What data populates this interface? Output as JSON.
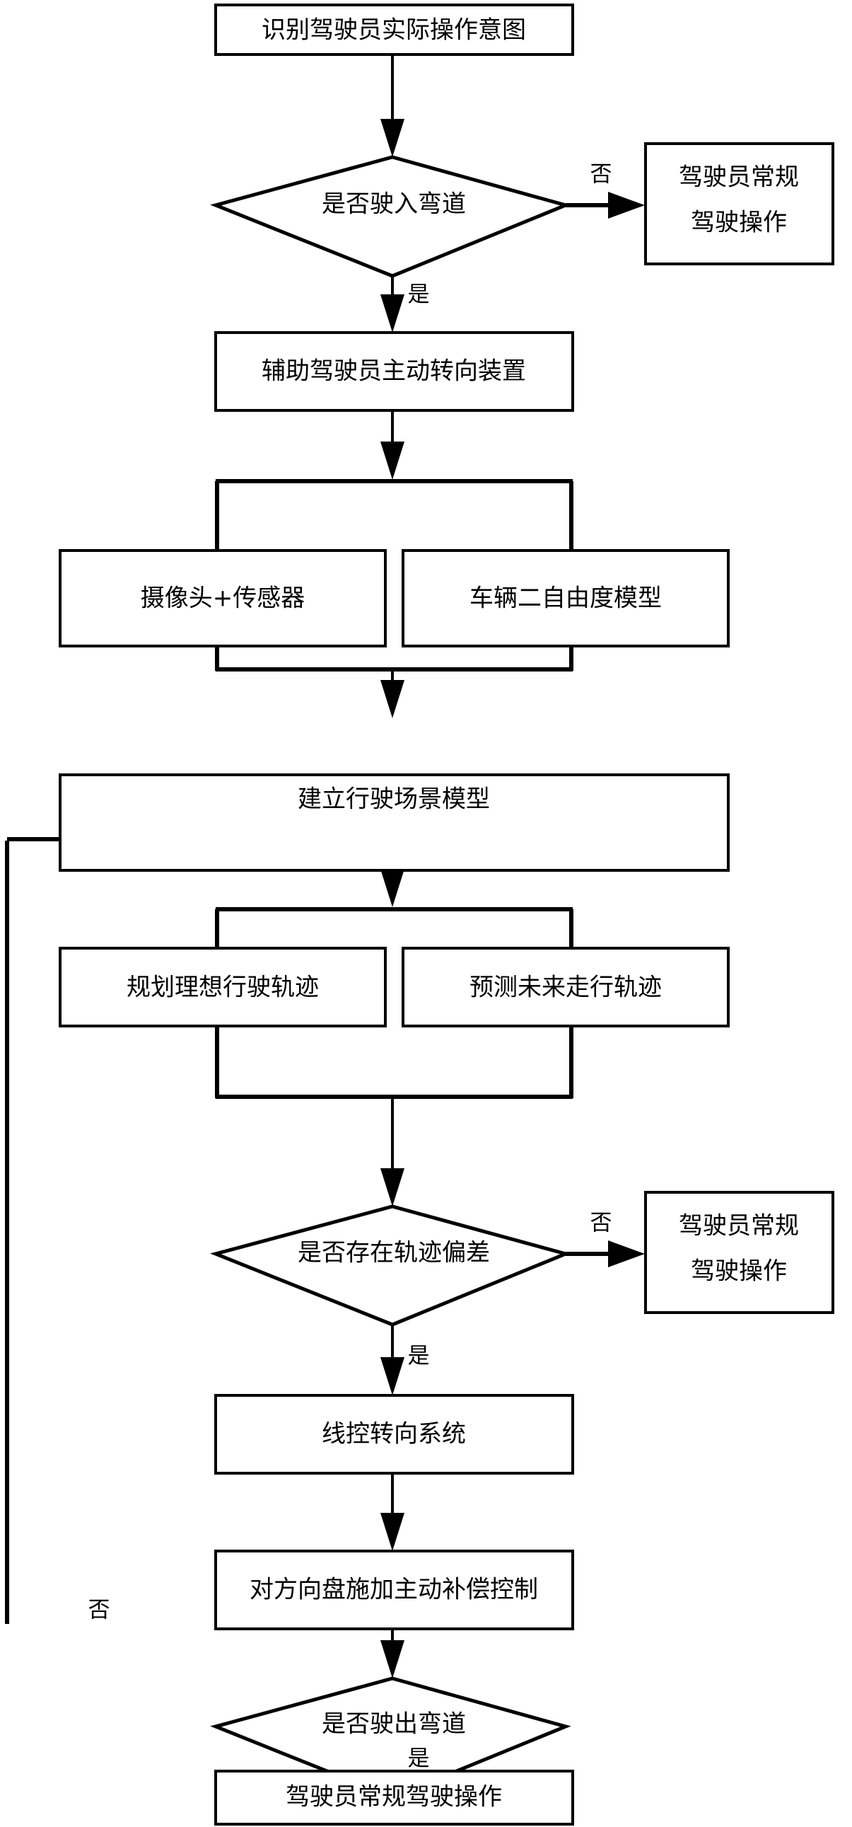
{
  "diagram": {
    "title": "驾驶员弯道辅助转向控制流程图",
    "type": "flowchart",
    "background_color": "#ffffff",
    "line_color": "#000000",
    "text_color": "#000000"
  },
  "nodes": [
    {
      "id": "n1",
      "shape": "process",
      "label": "识别驾驶员实际操作意图"
    },
    {
      "id": "n2",
      "shape": "decision",
      "label": "是否驶入弯道"
    },
    {
      "id": "n3",
      "shape": "process",
      "label": "驾驶员常规",
      "label2": "驾驶操作"
    },
    {
      "id": "n4",
      "shape": "process",
      "label": "辅助驾驶员主动转向装置"
    },
    {
      "id": "n5",
      "shape": "process",
      "label": "摄像头+传感器"
    },
    {
      "id": "n6",
      "shape": "process",
      "label": "车辆二自由度模型"
    },
    {
      "id": "n7",
      "shape": "process",
      "label": "建立行驶场景模型"
    },
    {
      "id": "n8",
      "shape": "process",
      "label": "规划理想行驶轨迹"
    },
    {
      "id": "n9",
      "shape": "process",
      "label": "预测未来走行轨迹"
    },
    {
      "id": "n10",
      "shape": "decision",
      "label": "是否存在轨迹偏差"
    },
    {
      "id": "n11",
      "shape": "process",
      "label": "驾驶员常规",
      "label2": "驾驶操作"
    },
    {
      "id": "n12",
      "shape": "process",
      "label": "线控转向系统"
    },
    {
      "id": "n13",
      "shape": "process",
      "label": "对方向盘施加主动补偿控制"
    },
    {
      "id": "n14",
      "shape": "decision",
      "label": "是否驶出弯道"
    },
    {
      "id": "n15",
      "shape": "process",
      "label": "驾驶员常规驾驶操作"
    }
  ],
  "edge_labels": {
    "e_n2_no": "否",
    "e_n2_yes": "是",
    "e_n10_no": "否",
    "e_n10_yes": "是",
    "e_n14_no": "否",
    "e_n14_yes": "是"
  }
}
